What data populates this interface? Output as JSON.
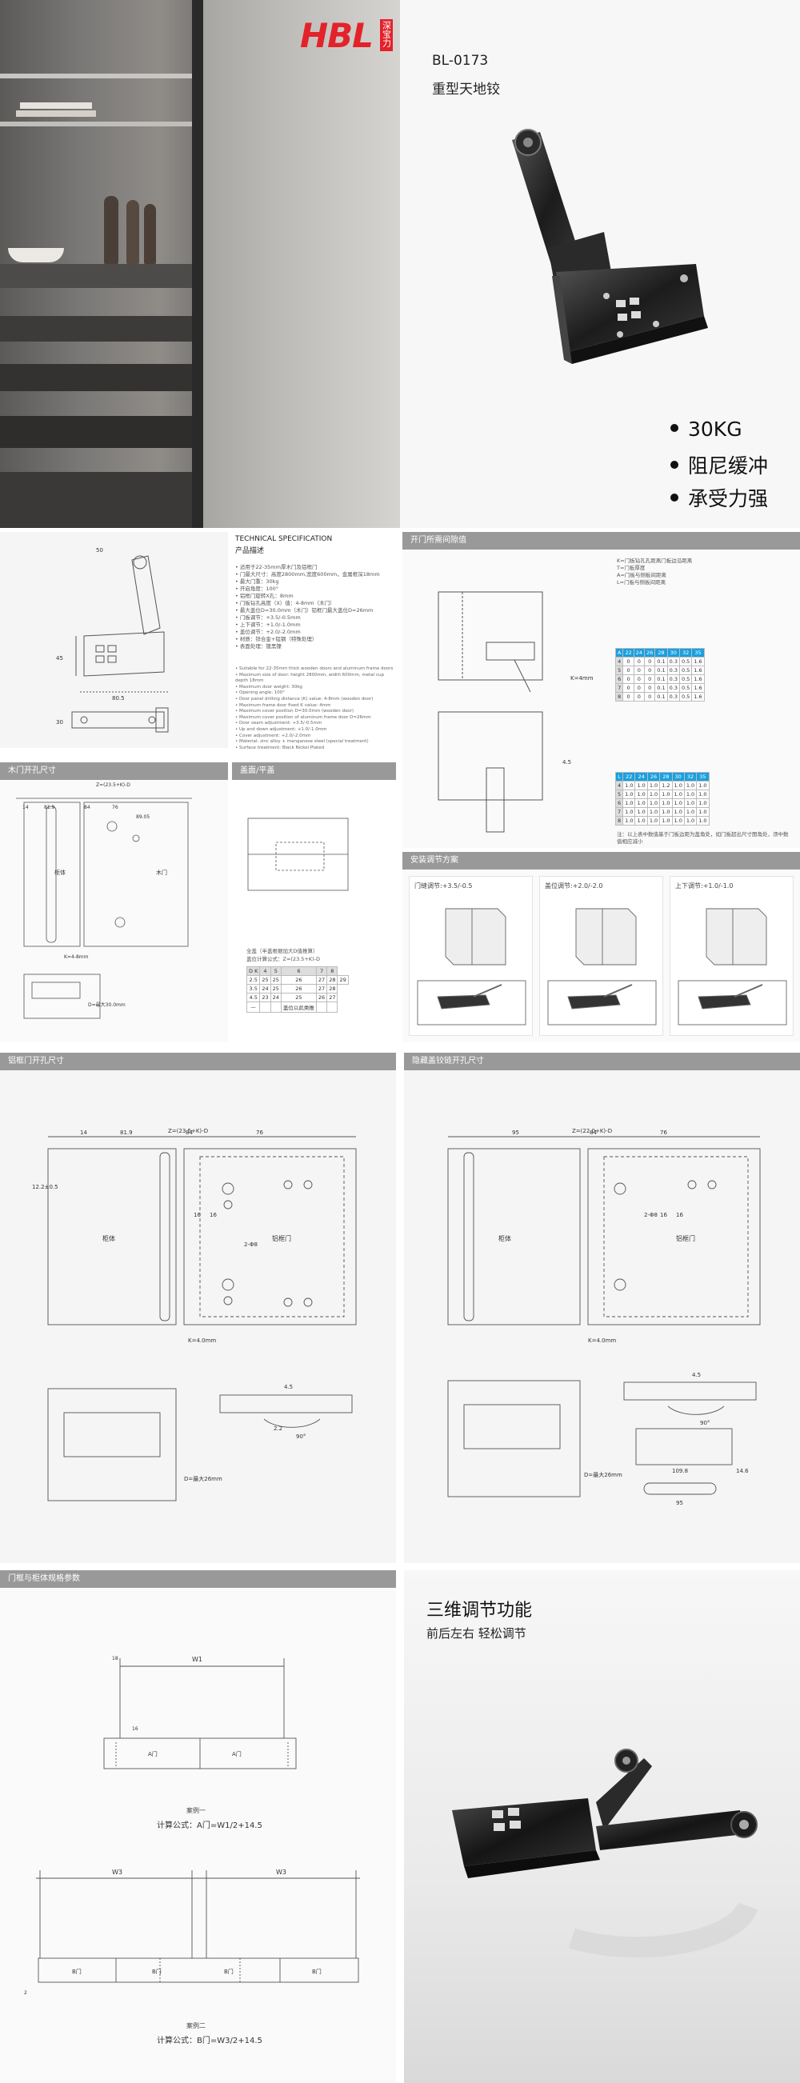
{
  "brand": {
    "logo_text": "HBL",
    "logo_cn": "深宝力",
    "accent": "#e3222a"
  },
  "product": {
    "model": "BL-0173",
    "name": "重型天地铰",
    "features": [
      "30KG",
      "阻尼缓冲",
      "承受力强"
    ]
  },
  "spec": {
    "title_en": "TECHNICAL SPECIFICATION",
    "title_cn": "产品描述",
    "cn_lines": [
      "• 适用于22-35mm厚木门及铝框门",
      "• 门最大尺寸：高度2800mm,宽度600mm，金属框深18mm",
      "• 最大门重：30kg",
      "• 开启角度：100°",
      "• 铝框门旋转X孔：8mm",
      "• 门板钻孔高度（X）值：4-8mm（木门）",
      "• 最大盖位D=30.0mm（木门）铝框门最大盖位D=26mm",
      "• 门板调节：+3.5/-0.5mm",
      "• 上下调节：+1.0/-1.0mm",
      "• 盖位调节：+2.0/-2.0mm",
      "• 材质：锌合金+锰钢（特殊处理）",
      "• 表面处理：镀黑镍"
    ],
    "en_lines": [
      "• Suitable for 22-35mm thick wooden doors and aluminum frame doors",
      "• Maximum size of door: height 2800mm, width 600mm, metal cup depth 18mm",
      "• Maximum door weight: 30kg",
      "• Opening angle: 100°",
      "• Door panel drilling distance (K) value: 4-8mm (wooden door)",
      "• Maximum frame door fixed K value: 4mm",
      "• Maximum cover position D=30.0mm (wooden door)",
      "• Maximum cover position of aluminum frame door D=26mm",
      "• Door seam adjustment: +3.5/-0.5mm",
      "• Up and down adjustment: +1.0/-1.0mm",
      "• Cover adjustment: +2.0/-2.0mm",
      "• Material: zinc alloy + manganese steel (special treatment)",
      "• Surface treatment: Black Nickel Plated"
    ]
  },
  "sections": {
    "open_gap": "开门所需间隙值",
    "wood_holes": "木门开孔尺寸",
    "cover": "盖面/平盖",
    "adjust": "安装调节方案",
    "al_holes": "铝框门开孔尺寸",
    "alt_holes": "隐藏盖铰链开孔尺寸",
    "cabinet_params": "门框与柜体规格参数"
  },
  "gap_legend": [
    "K=门板钻孔孔距离门板边沿距离",
    "T=门板厚度",
    "A=门板与侧板间距离",
    "L=门板与侧板间距离"
  ],
  "gap_table1": {
    "header": [
      "22",
      "24",
      "26",
      "28",
      "30",
      "32",
      "35"
    ],
    "rows": [
      [
        "4",
        "0",
        "0",
        "0",
        "0.1",
        "0.3",
        "0.5",
        "1.6"
      ],
      [
        "5",
        "0",
        "0",
        "0",
        "0.1",
        "0.3",
        "0.5",
        "1.6"
      ],
      [
        "6",
        "0",
        "0",
        "0",
        "0.1",
        "0.3",
        "0.5",
        "1.6"
      ],
      [
        "7",
        "0",
        "0",
        "0",
        "0.1",
        "0.3",
        "0.5",
        "1.6"
      ],
      [
        "8",
        "0",
        "0",
        "0",
        "0.1",
        "0.3",
        "0.5",
        "1.6"
      ]
    ]
  },
  "gap_table2": {
    "header": [
      "22",
      "24",
      "26",
      "28",
      "30",
      "32",
      "35"
    ],
    "rows": [
      [
        "4",
        "1.0",
        "1.0",
        "1.0",
        "1.2",
        "1.0",
        "1.0",
        "1.0"
      ],
      [
        "5",
        "1.0",
        "1.0",
        "1.0",
        "1.0",
        "1.0",
        "1.0",
        "1.0"
      ],
      [
        "6",
        "1.0",
        "1.0",
        "1.0",
        "1.0",
        "1.0",
        "1.0",
        "1.0"
      ],
      [
        "7",
        "1.0",
        "1.0",
        "1.0",
        "1.0",
        "1.0",
        "1.0",
        "1.0"
      ],
      [
        "8",
        "1.0",
        "1.0",
        "1.0",
        "1.0",
        "1.0",
        "1.0",
        "1.0"
      ]
    ]
  },
  "gap_note": "注：以上表中数值基于门板边距为盖角处，如门板超出尺寸图角处，须中数值相应减小",
  "adjustments": [
    {
      "label": "门缝调节:+3.5/-0.5"
    },
    {
      "label": "盖位调节:+2.0/-2.0"
    },
    {
      "label": "上下调节:+1.0/-1.0"
    }
  ],
  "cover_table": {
    "title": "全盖（半盖根据加大D值推算）",
    "formula": "盖位计算公式：Z=(23.5+K)-D",
    "header": [
      "D  K",
      "4",
      "5",
      "6",
      "7",
      "8"
    ],
    "rows": [
      [
        "2.5",
        "25",
        "25",
        "26",
        "27",
        "28",
        "29"
      ],
      [
        "3.5",
        "24",
        "25",
        "26",
        "27",
        "28"
      ],
      [
        "4.5",
        "23",
        "24",
        "25",
        "26",
        "27"
      ],
      [
        "—",
        "",
        "",
        "盖位以此类推",
        "",
        ""
      ]
    ]
  },
  "wood": {
    "labels": [
      "柜体",
      "木门"
    ],
    "dims": [
      "Z=(23.5+K)-D",
      "81.9",
      "84",
      "76",
      "14",
      "89.05",
      "K=4-8mm",
      "D=最大30.0mm"
    ]
  },
  "al": {
    "labels": [
      "柜体",
      "铝框门"
    ],
    "dims": [
      "Z=(23.5+K)-D",
      "81.9",
      "14",
      "84",
      "76",
      "12.2±0.5",
      "16",
      "16",
      "2-Φ8",
      "K=4.0mm",
      "D=最大26mm",
      "4.5",
      "90°",
      "2.2"
    ]
  },
  "alt": {
    "labels": [
      "柜体",
      "铝框门"
    ],
    "dims": [
      "Z=(22.0+K)-D",
      "95",
      "84",
      "76",
      "2-Φ8",
      "16",
      "16",
      "K=4.0mm",
      "D=最大26mm",
      "4.5",
      "90°",
      "109.8",
      "95",
      "14.6"
    ]
  },
  "cabinet": {
    "case1": "案例一",
    "formula1": "计算公式：A门=W1/2+14.5",
    "case2": "案例二",
    "formula2": "计算公式：B门=W3/2+14.5",
    "w1": "W1",
    "w3": "W3",
    "door_a": "A门",
    "door_b": "B门",
    "dims": [
      "18",
      "16",
      "2"
    ]
  },
  "threeD": {
    "title": "三维调节功能",
    "subtitle": "前后左右 轻松调节"
  }
}
